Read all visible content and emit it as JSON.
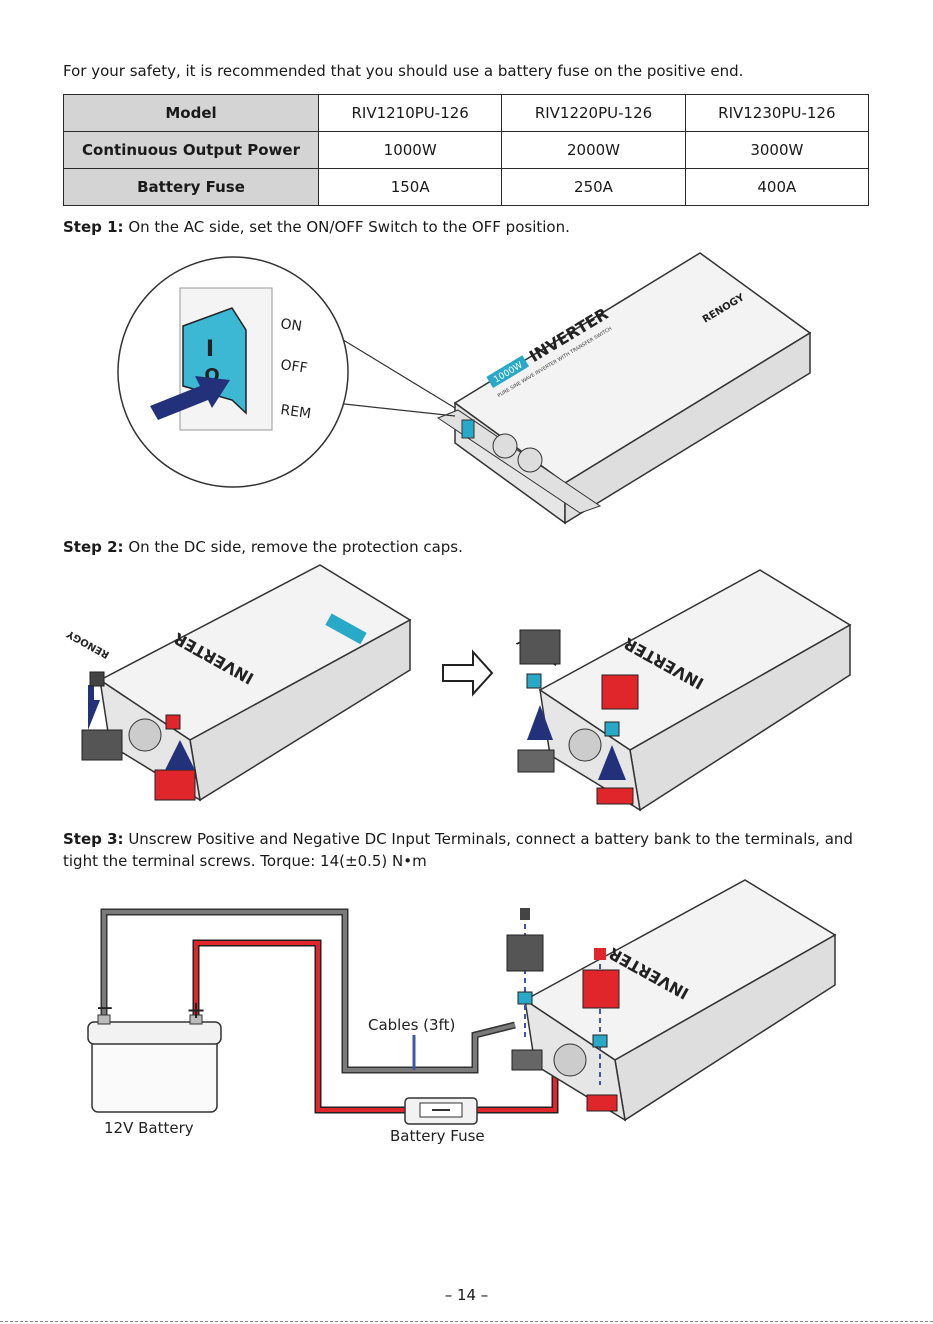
{
  "intro": "For your safety, it is recommended that you should use a battery fuse on the positive end.",
  "table": {
    "rows": [
      {
        "header": "Model",
        "cells": [
          "RIV1210PU-126",
          "RIV1220PU-126",
          "RIV1230PU-126"
        ]
      },
      {
        "header": "Continuous Output Power",
        "cells": [
          "1000W",
          "2000W",
          "3000W"
        ]
      },
      {
        "header": "Battery Fuse",
        "cells": [
          "150A",
          "250A",
          "400A"
        ]
      }
    ]
  },
  "steps": [
    {
      "label": "Step 1:",
      "text": " On the AC side, set the ON/OFF Switch to the OFF position."
    },
    {
      "label": "Step 2:",
      "text": " On the DC side, remove the protection caps."
    },
    {
      "label": "Step 3:",
      "text": " Unscrew Positive and Negative DC Input Terminals, connect a battery bank to the terminals, and tight the terminal screws. Torque: 14(±0.5) N•m"
    }
  ],
  "switch_labels": {
    "on": "ON",
    "off": "OFF",
    "rem": "REM",
    "rocker_i": "I",
    "rocker_o": "O"
  },
  "product": {
    "brand": "RENOGY",
    "name": "INVERTER",
    "rating": "1000W",
    "tagline": "PURE SINE WAVE INVERTER WITH TRANSFER SWITCH"
  },
  "wiring": {
    "cables": "Cables (3ft)",
    "fuse": "Battery Fuse",
    "battery": "12V Battery",
    "minus": "−",
    "plus": "+"
  },
  "page_number": "– 14 –"
}
